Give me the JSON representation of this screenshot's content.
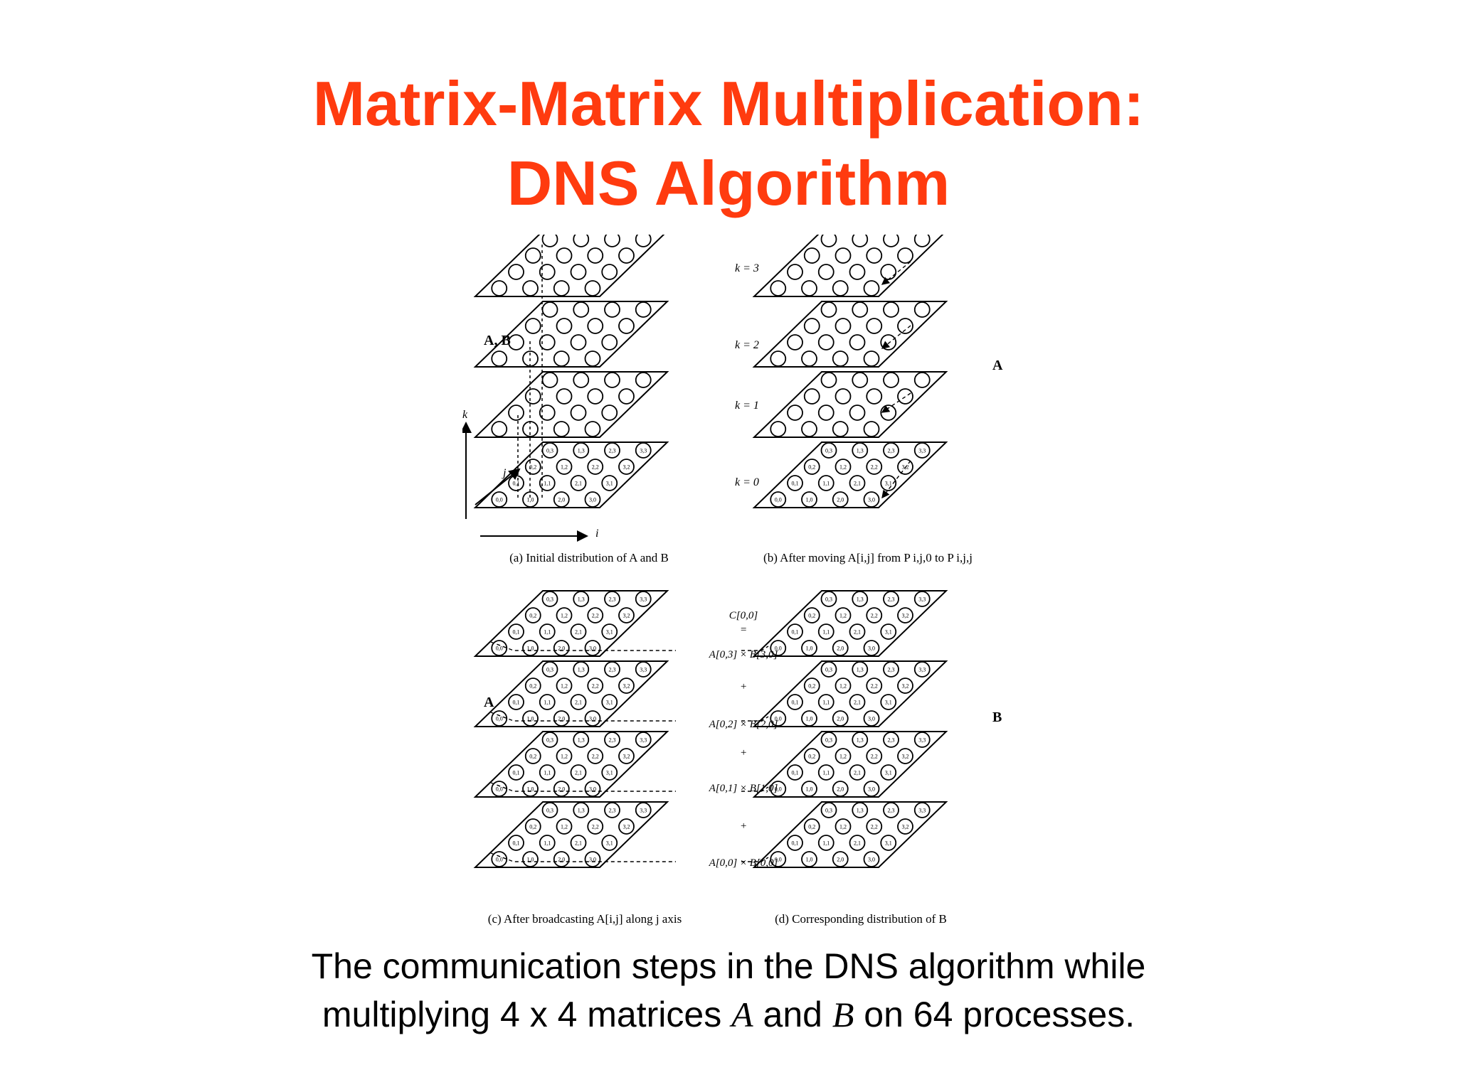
{
  "slide": {
    "title_line1": "Matrix-Matrix Multiplication:",
    "title_line2": "DNS Algorithm",
    "caption": {
      "line1": "The communication steps in the DNS algorithm while",
      "line2_a": "multiplying 4 x 4 matrices ",
      "var_a": "A",
      "line2_b": " and ",
      "var_b": "B",
      "line2_c": " on 64 processes."
    },
    "colors": {
      "title": "#ff3b0f",
      "text": "#000000",
      "background": "#ffffff"
    }
  },
  "figure": {
    "panels": [
      {
        "id": "a",
        "caption": "(a)  Initial distribution of A and B",
        "side_label": "A, B",
        "axis_labels": {
          "k": "k",
          "j": "j",
          "i": "i"
        },
        "layer_labels": [
          "k = 3",
          "k = 2",
          "k = 1",
          "k = 0"
        ]
      },
      {
        "id": "b",
        "caption": "(b)  After moving A[i,j] from P i,j,0 to P i,j,j",
        "side_label": "A"
      },
      {
        "id": "c",
        "caption": "(c)  After broadcasting A[i,j] along j axis",
        "side_label": "A",
        "sum_labels": [
          "C[0,0]",
          "=",
          "A[0,3] × B[3,0]",
          "+",
          "A[0,2] × B[2,0]",
          "+",
          "A[0,1] × B[1,0]",
          "+",
          "A[0,0] × B[0,0]"
        ]
      },
      {
        "id": "d",
        "caption": "(d)  Corresponding distribution of B",
        "side_label": "B"
      }
    ],
    "node_labels": {
      "layer0": [
        "0,0",
        "1,0",
        "2,0",
        "3,0",
        "0,1",
        "1,1",
        "2,1",
        "3,1",
        "0,2",
        "1,2",
        "2,2",
        "3,2",
        "0,3",
        "1,3",
        "2,3",
        "3,3"
      ]
    }
  }
}
